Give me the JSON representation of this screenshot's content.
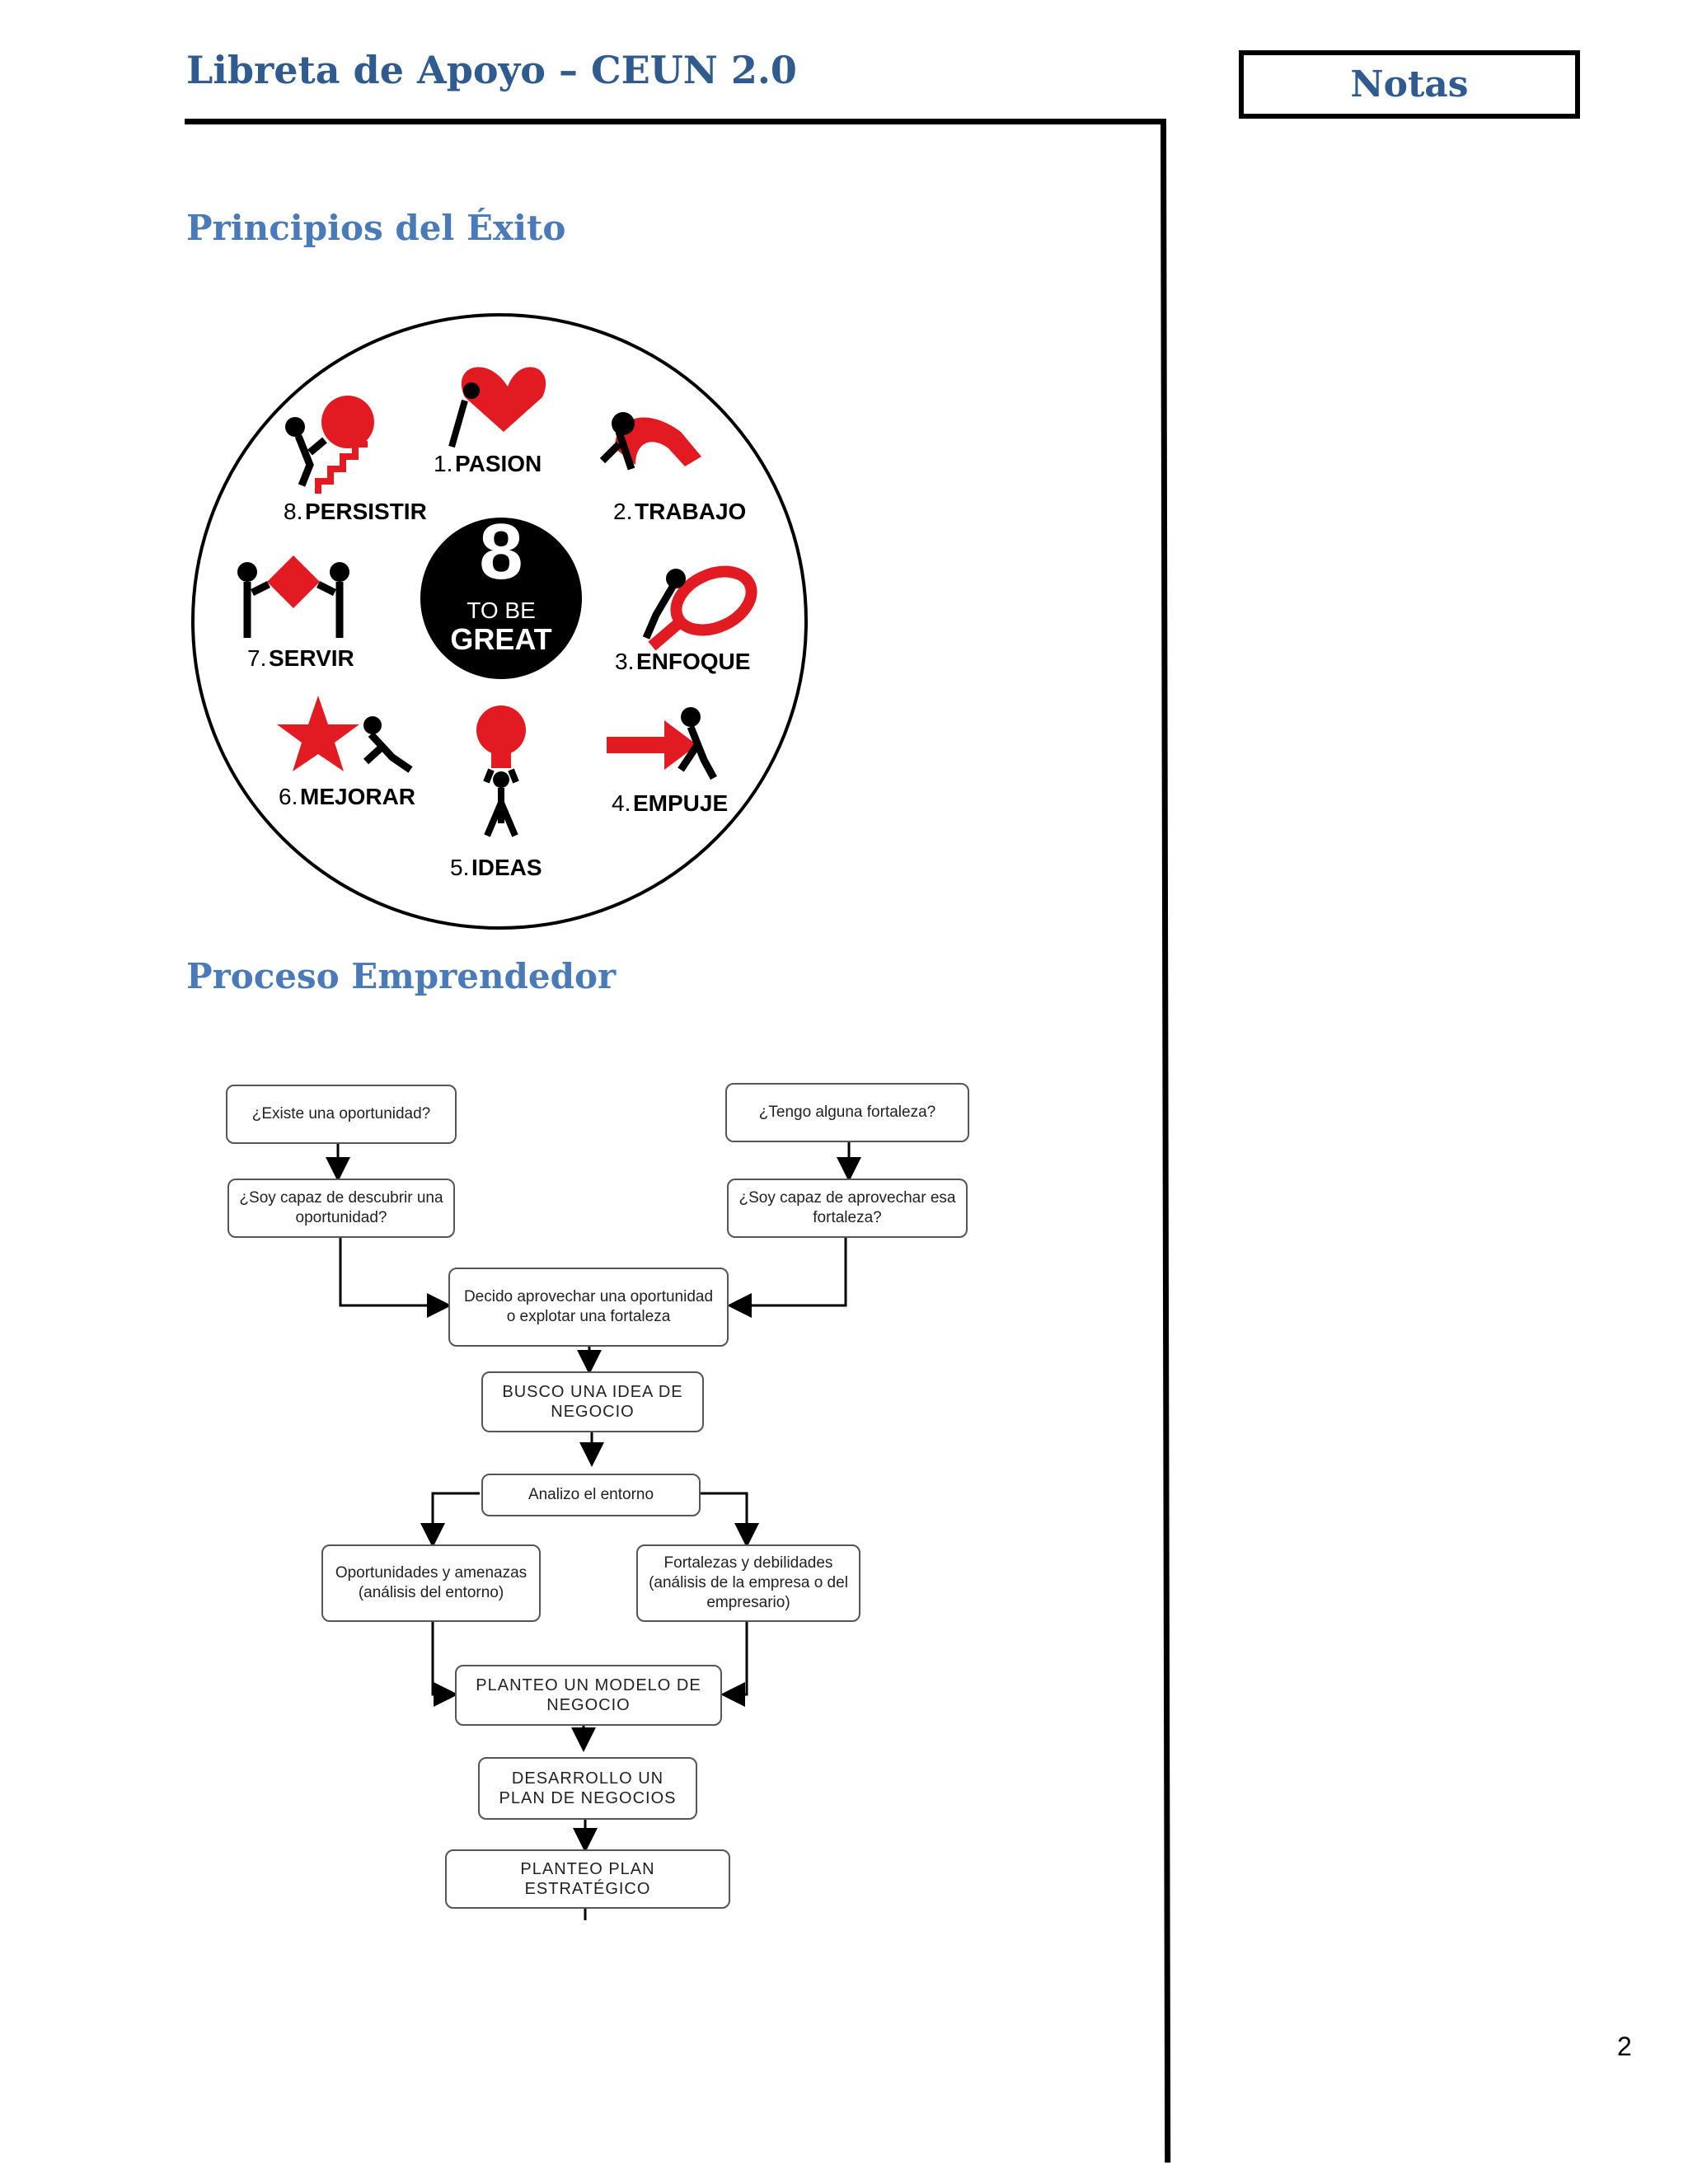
{
  "header": {
    "title": "Libreta de Apoyo – CEUN 2.0",
    "notes_label": "Notas"
  },
  "sections": {
    "principios_title": "Principios del Éxito",
    "proceso_title": "Proceso Emprendedor"
  },
  "principios_graphic": {
    "center_number": "8",
    "center_line1": "TO BE",
    "center_line2": "GREAT",
    "items": [
      {
        "num": "1.",
        "label": "PASION",
        "icon": "heart-icon"
      },
      {
        "num": "2.",
        "label": "TRABAJO",
        "icon": "work-icon"
      },
      {
        "num": "3.",
        "label": "ENFOQUE",
        "icon": "magnifier-icon"
      },
      {
        "num": "4.",
        "label": "EMPUJE",
        "icon": "arrow-icon"
      },
      {
        "num": "5.",
        "label": "IDEAS",
        "icon": "lightbulb-icon"
      },
      {
        "num": "6.",
        "label": "MEJORAR",
        "icon": "star-icon"
      },
      {
        "num": "7.",
        "label": "SERVIR",
        "icon": "diamond-icon"
      },
      {
        "num": "8.",
        "label": "PERSISTIR",
        "icon": "stairs-icon"
      }
    ],
    "accent_color": "#e21b23"
  },
  "flowchart": {
    "existe_oportunidad": "¿Existe una oportunidad?",
    "tengo_fortaleza": "¿Tengo alguna fortaleza?",
    "soy_capaz_descubrir": "¿Soy capaz de descubrir una oportunidad?",
    "soy_capaz_aprovechar": "¿Soy capaz de aprovechar esa fortaleza?",
    "decido_aprovechar": "Decido aprovechar una oportunidad o explotar una fortaleza",
    "busco_idea": "BUSCO UNA IDEA DE NEGOCIO",
    "analizo_entorno": "Analizo el entorno",
    "oportunidades_amenazas": "Oportunidades y amenazas (análisis del entorno)",
    "fortalezas_debilidades": "Fortalezas y debilidades (análisis de la empresa o del empresario)",
    "planteo_modelo": "PLANTEO UN MODELO DE NEGOCIO",
    "desarrollo_plan": "DESARROLLO UN PLAN DE NEGOCIOS",
    "planteo_plan": "PLANTEO PLAN ESTRATÉGICO"
  },
  "page_number": "2"
}
